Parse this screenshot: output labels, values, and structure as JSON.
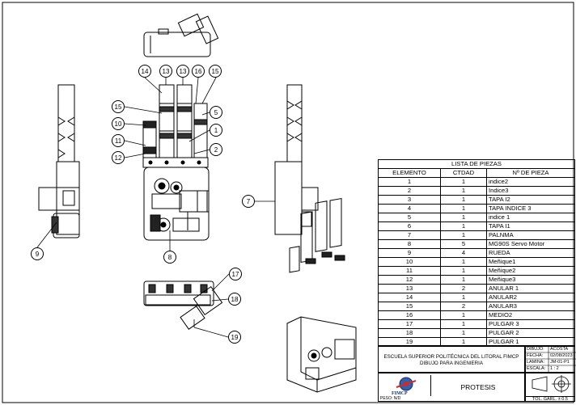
{
  "parts_list": {
    "title": "LISTA DE PIEZAS",
    "headers": [
      "ELEMENTO",
      "CTDAD",
      "Nº DE PIEZA"
    ],
    "rows": [
      [
        "1",
        "1",
        "indice2"
      ],
      [
        "2",
        "1",
        "Indice3"
      ],
      [
        "3",
        "1",
        "TAPA I2"
      ],
      [
        "4",
        "1",
        "TAPA INDICE 3"
      ],
      [
        "5",
        "1",
        "indice 1"
      ],
      [
        "6",
        "1",
        "TAPA I1"
      ],
      [
        "7",
        "1",
        "PALNMA"
      ],
      [
        "8",
        "5",
        "MG90S Servo Motor"
      ],
      [
        "9",
        "4",
        "RUEDA"
      ],
      [
        "10",
        "1",
        "Meñique1"
      ],
      [
        "11",
        "1",
        "Meñique2"
      ],
      [
        "12",
        "1",
        "Meñique3"
      ],
      [
        "13",
        "2",
        "ANULAR 1"
      ],
      [
        "14",
        "1",
        "ANULAR2"
      ],
      [
        "15",
        "2",
        "ANULAR3"
      ],
      [
        "16",
        "1",
        "MEDIO2"
      ],
      [
        "17",
        "1",
        "PULGAR 3"
      ],
      [
        "18",
        "1",
        "PULGAR 2"
      ],
      [
        "19",
        "1",
        "PULGAR 1"
      ]
    ]
  },
  "title_block": {
    "school": "ESCUELA SUPERIOR POLITÉCNICA DEL LITORAL FIMCP DIBUJO PARA INGENIERIA",
    "dibujo_label": "DIBUJO:",
    "dibujo_value": "ACOSTA",
    "fecha_label": "FECHA:",
    "fecha_value": "02/08/2023",
    "lamina_label": "LAMINA:",
    "lamina_value": "JM-01-P1",
    "escala_label": "ESCALA:",
    "escala_value": "1 : 2",
    "drawing_title": "PROTESIS",
    "logo_text": "FIMCP",
    "peso": "PESO: N/D",
    "tolerance": "TOL. GARL. ± 0.5"
  },
  "callouts": [
    "14",
    "13",
    "13",
    "16",
    "15",
    "15",
    "5",
    "10",
    "1",
    "11",
    "2",
    "12",
    "7",
    "8",
    "9",
    "17",
    "18",
    "19"
  ]
}
